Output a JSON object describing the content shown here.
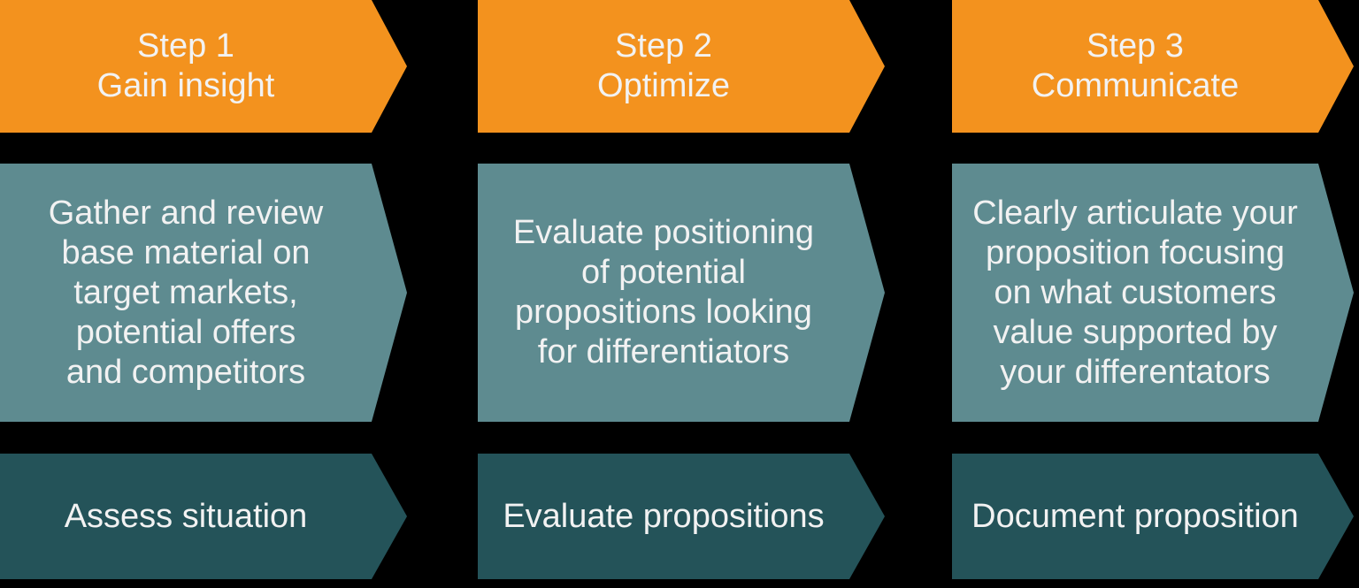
{
  "colors": {
    "background": "#000000",
    "header_bg": "#F3921E",
    "description_bg": "#5E8B90",
    "outcome_bg": "#245359",
    "text": "#F2F2F2"
  },
  "steps": [
    {
      "header": "Step 1\nGain insight",
      "description": "Gather and review\nbase material on\ntarget markets,\npotential offers\nand competitors",
      "outcome": "Assess situation"
    },
    {
      "header": "Step 2\nOptimize",
      "description": "Evaluate positioning\nof potential\npropositions looking\nfor differentiators",
      "outcome": "Evaluate propositions"
    },
    {
      "header": "Step 3\nCommunicate",
      "description": "Clearly articulate your\nproposition focusing\non what customers\nvalue supported by\nyour differentators",
      "outcome": "Document proposition"
    }
  ]
}
